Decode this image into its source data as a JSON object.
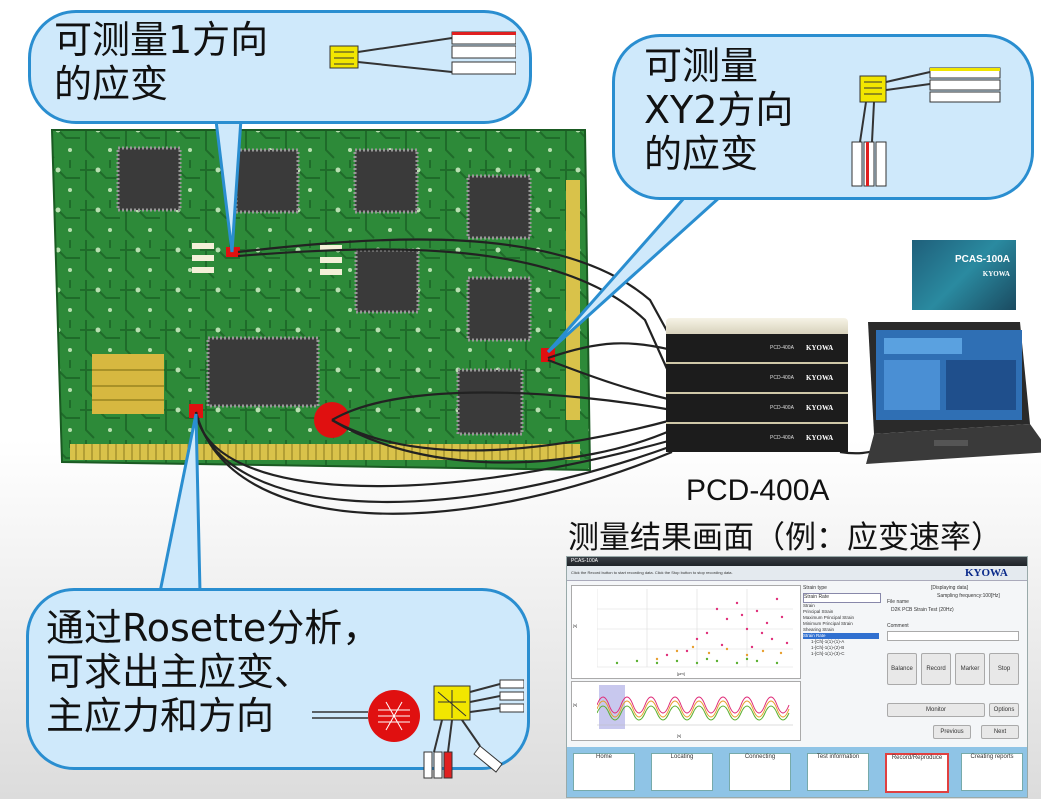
{
  "bubbles": {
    "one_direction": "可测量1方向\n的应变",
    "xy_direction": "可测量\nXY2方向\n的应变",
    "rosette": "通过Rosette分析，\n可求出主应变、\n主应力和方向"
  },
  "device_label": "PCD-400A",
  "result_caption": "测量结果画面（例：应变速率）",
  "device": {
    "brand": "KYOWA",
    "model": "PCD-400A",
    "units": [
      {
        "model": "PCD-400A",
        "brand": "KYOWA"
      },
      {
        "model": "PCD-400A",
        "brand": "KYOWA"
      },
      {
        "model": "PCD-400A",
        "brand": "KYOWA"
      },
      {
        "model": "PCD-400A",
        "brand": "KYOWA"
      }
    ]
  },
  "software_box": {
    "title": "PCAS-100A",
    "brand": "KYOWA"
  },
  "screen": {
    "window_title": "PCAS-100A",
    "brand": "KYOWA",
    "instruction": "Click the Record button to start recording data. Click the Stop button to stop recording data.",
    "strain_type_label": "Strain type",
    "strain_type_value": "Strain Rate",
    "strain_options": [
      "Strain",
      "Principal Strain",
      "Maximum Principal Strain",
      "Minimum Principal Strain",
      "Shearing Strain",
      "Strain Rate"
    ],
    "channels": [
      "1-[Ch]-1(1)-(1)-A",
      "1-[Ch]-1(1)-(2)-B",
      "1-[Ch]-1(1)-(3)-C"
    ],
    "status_displaying": "[Displaying data]",
    "status_sampling": "Sampling frequency:100[Hz]",
    "file_name_label": "File name",
    "file_name_value": "D2K PCB Strain Test (20Hz)",
    "comment_label": "Comment",
    "buttons": [
      "Balance",
      "Record",
      "Marker",
      "Stop"
    ],
    "monitor_button": "Monitor",
    "options_button": "Options",
    "previous_button": "Previous",
    "next_button": "Next",
    "scatter_ylabel": "[s]",
    "scatter_xlabel": "[μm]",
    "line_ylabel": "[s]",
    "line_xlabel": "[s]",
    "flow_steps": [
      "Home",
      "Locating",
      "Connecting",
      "Test information",
      "Record/Reproduce",
      "Creating reports"
    ]
  },
  "colors": {
    "bubble_fill": "#cfe9fb",
    "bubble_border": "#2a8ed0",
    "pcb_green": "#2e8b3a",
    "gauge_red": "#e01010"
  }
}
